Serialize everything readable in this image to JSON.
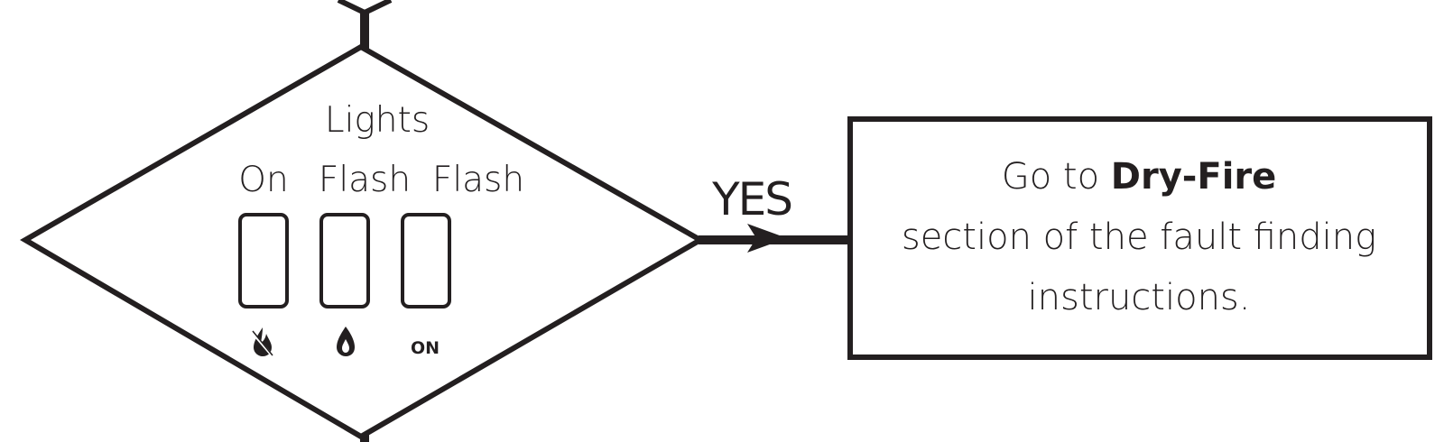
{
  "decision": {
    "title": "Lights",
    "columns": [
      {
        "label": "On",
        "icon": "flame-off-icon"
      },
      {
        "label": "Flash",
        "icon": "flame-icon"
      },
      {
        "label": "Flash",
        "icon": "on-text",
        "icon_text": "ON"
      }
    ]
  },
  "branch": {
    "label": "YES"
  },
  "action": {
    "line1_prefix": "Go to ",
    "line1_bold": "Dry-Fire",
    "line2": "section of the fault finding",
    "line3": "instructions."
  },
  "colors": {
    "stroke": "#231f20",
    "background": "#ffffff"
  }
}
